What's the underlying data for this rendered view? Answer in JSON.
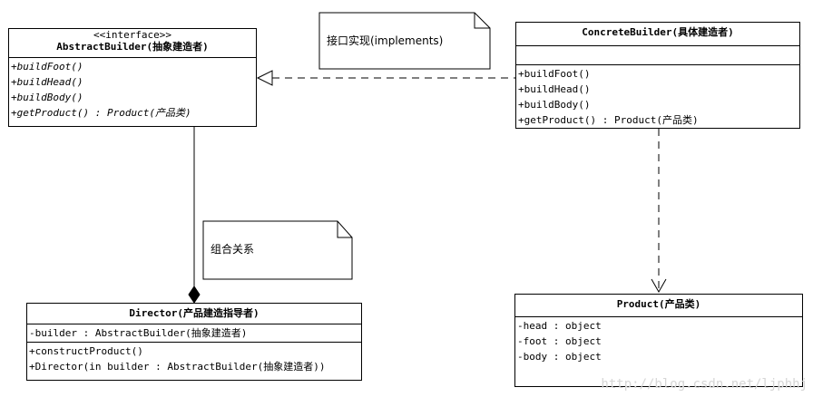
{
  "interface_class": {
    "stereotype": "<<interface>>",
    "name": "AbstractBuilder(抽象建造者)",
    "operations": [
      "+buildFoot()",
      "+buildHead()",
      "+buildBody()",
      "+getProduct() : Product(产品类)"
    ]
  },
  "concrete_class": {
    "name": "ConcreteBuilder(具体建造者)",
    "operations": [
      "+buildFoot()",
      "+buildHead()",
      "+buildBody()",
      "+getProduct() : Product(产品类)"
    ]
  },
  "director_class": {
    "name": "Director(产品建造指导者)",
    "attributes": [
      "-builder : AbstractBuilder(抽象建造者)"
    ],
    "operations": [
      "+constructProduct()",
      "+Director(in builder : AbstractBuilder(抽象建造者))"
    ]
  },
  "product_class": {
    "name": "Product(产品类)",
    "attributes": [
      "-head : object",
      "-foot : object",
      "-body : object"
    ]
  },
  "notes": {
    "implements": "接口实现(implements)",
    "composition": "组合关系"
  },
  "watermark": "http://blog.csdn.net/ljphhj"
}
